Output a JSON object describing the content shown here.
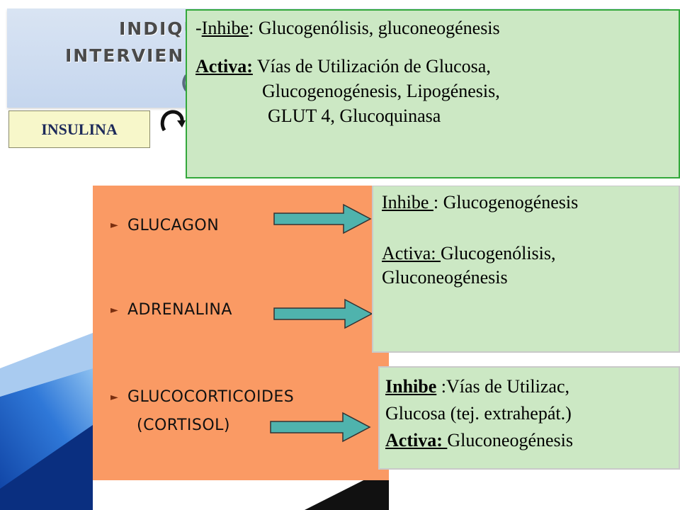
{
  "title": {
    "line1": "INDIQU",
    "line2": "INTERVIENI",
    "fragment": "("
  },
  "insulina_label": "INSULINA",
  "insulina_effects": {
    "inhibe_prefix": "-",
    "inhibe_label": "Inhibe",
    "inhibe_text": ": Glucogenólisis,  gluconeogénesis",
    "activa_label": "Activa:",
    "activa_line1": " Vías de  Utilización  de Glucosa,",
    "activa_line2": "Glucogenogénesis, Lipogénesis,",
    "activa_line3": "GLUT 4, Glucoquinasa"
  },
  "hormones": [
    {
      "label": "GLUCAGON"
    },
    {
      "label": "ADRENALINA"
    },
    {
      "label": "GLUCOCORTICOIDES"
    },
    {
      "label": "(CORTISOL)"
    }
  ],
  "glucagon_effects": {
    "inhibe_label": "Inhibe ",
    "inhibe_text": ": Glucogenogénesis",
    "activa_label": "Activa: ",
    "activa_line1": "Glucogenólisis,",
    "activa_line2": "Gluconeogénesis"
  },
  "cortisol_effects": {
    "inhibe_label": "Inhibe",
    "inhibe_text": " :Vías  de  Utilizac,",
    "line2": "Glucosa  (tej.  extrahepát.)",
    "activa_label": "Activa: ",
    "activa_text": "Gluconeogénesis"
  },
  "colors": {
    "green_fill": "#cce8c4",
    "green_border": "#33a83b",
    "orange_panel": "#fa9a64",
    "insulina_fill": "#f7f7ca",
    "arrow_fill": "#4fb3ad"
  }
}
